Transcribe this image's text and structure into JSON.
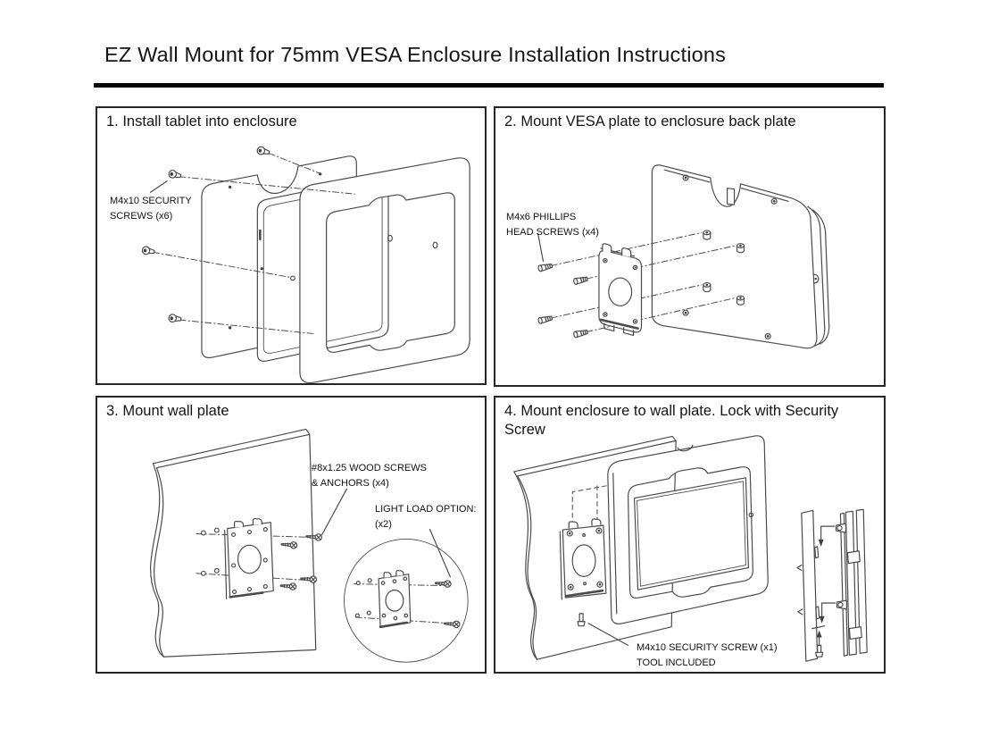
{
  "title": "EZ Wall Mount for 75mm VESA Enclosure Installation Instructions",
  "colors": {
    "ink": "#1a1a1a",
    "line_art": "#4a4a4a",
    "background": "#ffffff"
  },
  "panels": [
    {
      "heading": "1. Install tablet into enclosure",
      "callouts": [
        {
          "text": "M4x10 SECURITY\nSCREWS (x6)"
        }
      ]
    },
    {
      "heading": "2. Mount VESA plate to enclosure back plate",
      "callouts": [
        {
          "text": "M4x6 PHILLIPS\nHEAD SCREWS (x4)"
        }
      ]
    },
    {
      "heading": "3. Mount wall plate",
      "callouts": [
        {
          "text": "#8x1.25 WOOD SCREWS\n& ANCHORS (x4)"
        },
        {
          "text": "LIGHT LOAD OPTION:\n(x2)"
        }
      ]
    },
    {
      "heading": "4. Mount enclosure to wall plate.  Lock with Security Screw",
      "callouts": [
        {
          "text": "M4x10 SECURITY SCREW (x1)\nTOOL INCLUDED"
        }
      ]
    }
  ]
}
